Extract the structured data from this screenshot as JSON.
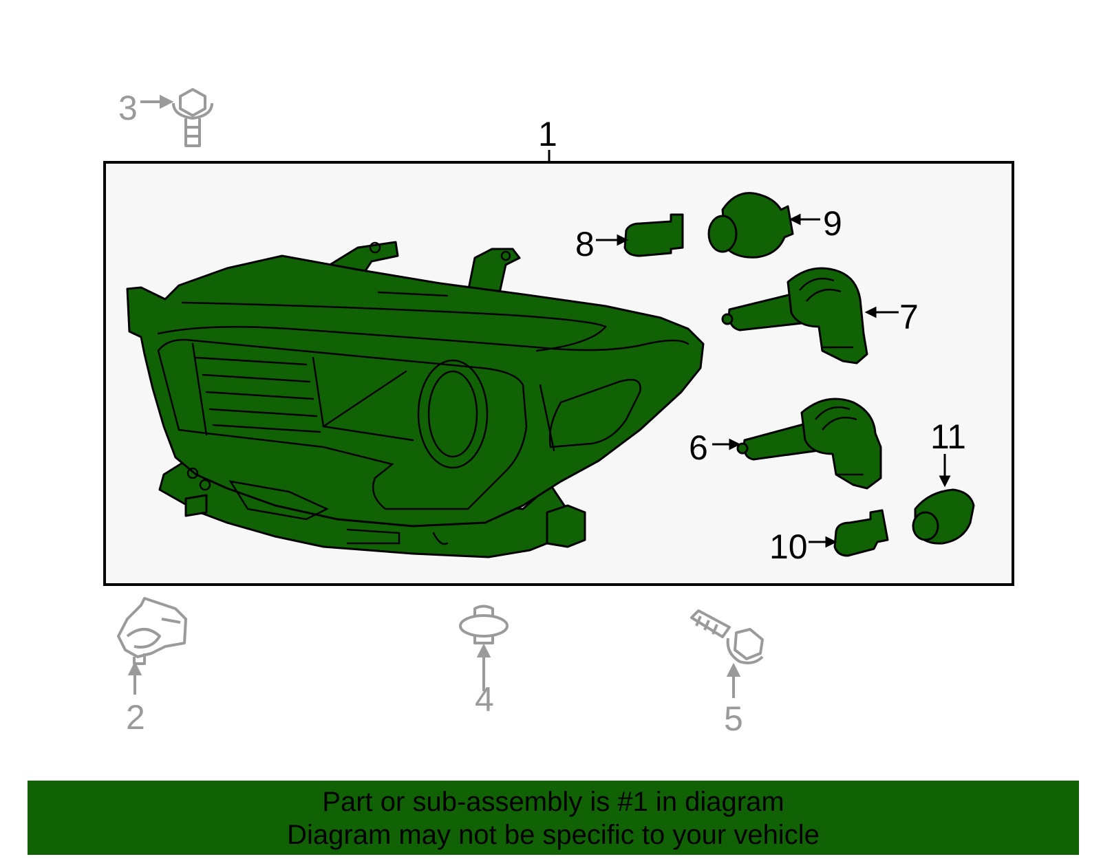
{
  "colors": {
    "part_fill": "#116204",
    "outline": "#000000",
    "hardware_grey": "#9a9a9a",
    "box_fill": "#f7f7f7",
    "banner_bg": "#116204"
  },
  "callouts": {
    "c1": "1",
    "c2": "2",
    "c3": "3",
    "c4": "4",
    "c5": "5",
    "c6": "6",
    "c7": "7",
    "c8": "8",
    "c9": "9",
    "c10": "10",
    "c11": "11"
  },
  "banner": {
    "line1": "Part or sub-assembly is #1 in diagram",
    "line2": "Diagram may not be specific to your vehicle"
  }
}
